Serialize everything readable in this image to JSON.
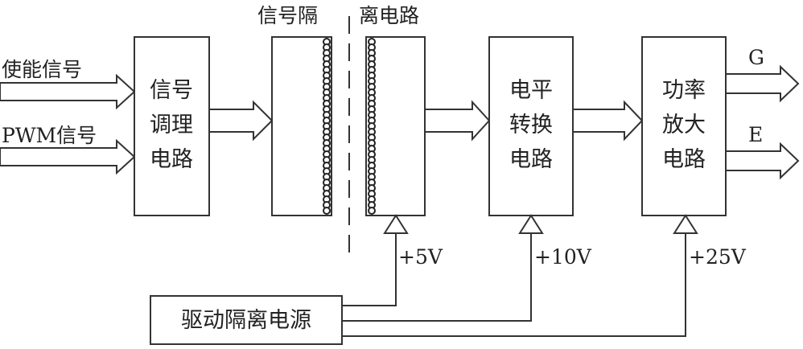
{
  "inputs": {
    "enable": "使能信号",
    "pwm": "PWM信号"
  },
  "isolation": {
    "left_label": "信号隔",
    "right_label": "离电路"
  },
  "blocks": {
    "conditioning": [
      "信号",
      "调理",
      "电路"
    ],
    "level_shift": [
      "电平",
      "转换",
      "电路"
    ],
    "power_amp": [
      "功率",
      "放大",
      "电路"
    ],
    "supply": "驱动隔离电源"
  },
  "voltages": {
    "v5": "+5V",
    "v10": "+10V",
    "v25": "+25V"
  },
  "outputs": {
    "g": "G",
    "e": "E"
  }
}
